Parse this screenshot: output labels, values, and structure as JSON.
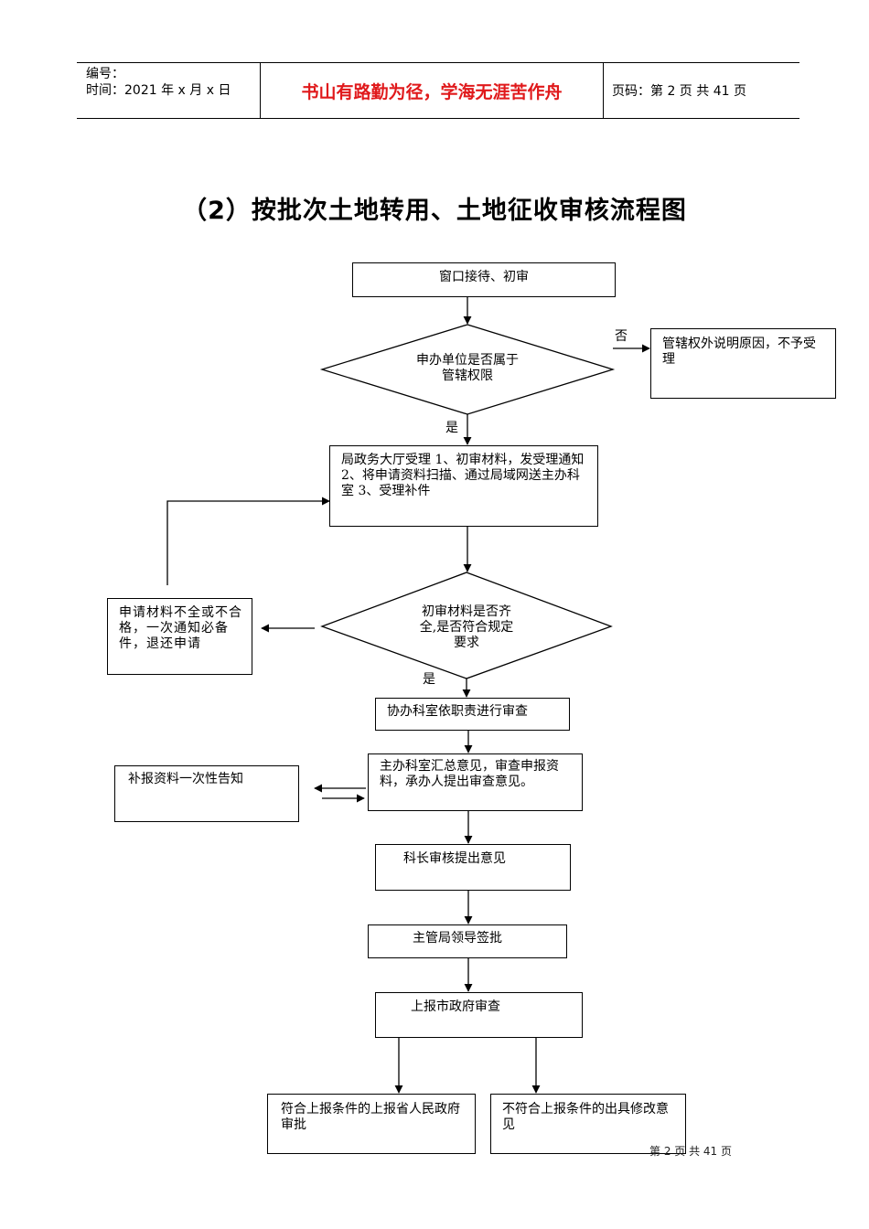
{
  "header": {
    "number_label": "编号：",
    "time_label": "时间：2021 年 x 月 x 日",
    "motto": "书山有路勤为径，学海无涯苦作舟",
    "page_info": "页码：第 2 页 共 41 页"
  },
  "title": "（2）按批次土地转用、土地征收审核流程图",
  "nodes": {
    "reception": "窗口接待、初审",
    "jurisdiction_decision": "申办单位是否属于\n管辖权限",
    "out_of_jurisdiction": "管辖权外说明原因，不予受理",
    "hall_acceptance": "局政务大厅受理 1、初审材料，发受理通知 2、将申请资料扫描、通过局域网送主办科室 3、受理补件",
    "materials_decision": "初审材料是否齐\n全,是否符合规定\n要求",
    "incomplete_materials": "申请材料不全或不合格，一次通知必备件，退还申请",
    "co_department_review": "协办科室依职责进行审查",
    "main_department_summary": "主办科室汇总意见，审查申报资料，承办人提出审查意见。",
    "supplement_notice": "补报资料一次性告知",
    "section_chief_review": "科长审核提出意见",
    "bureau_leader_approval": "主管局领导签批",
    "city_government_review": "上报市政府审查",
    "qualified_submit": "符合上报条件的上报省人民政府审批",
    "unqualified_revise": "不符合上报条件的出具修改意见"
  },
  "edge_labels": {
    "no": "否",
    "yes_1": "是",
    "yes_2": "是"
  },
  "footer": "第 2 页 共 41 页"
}
